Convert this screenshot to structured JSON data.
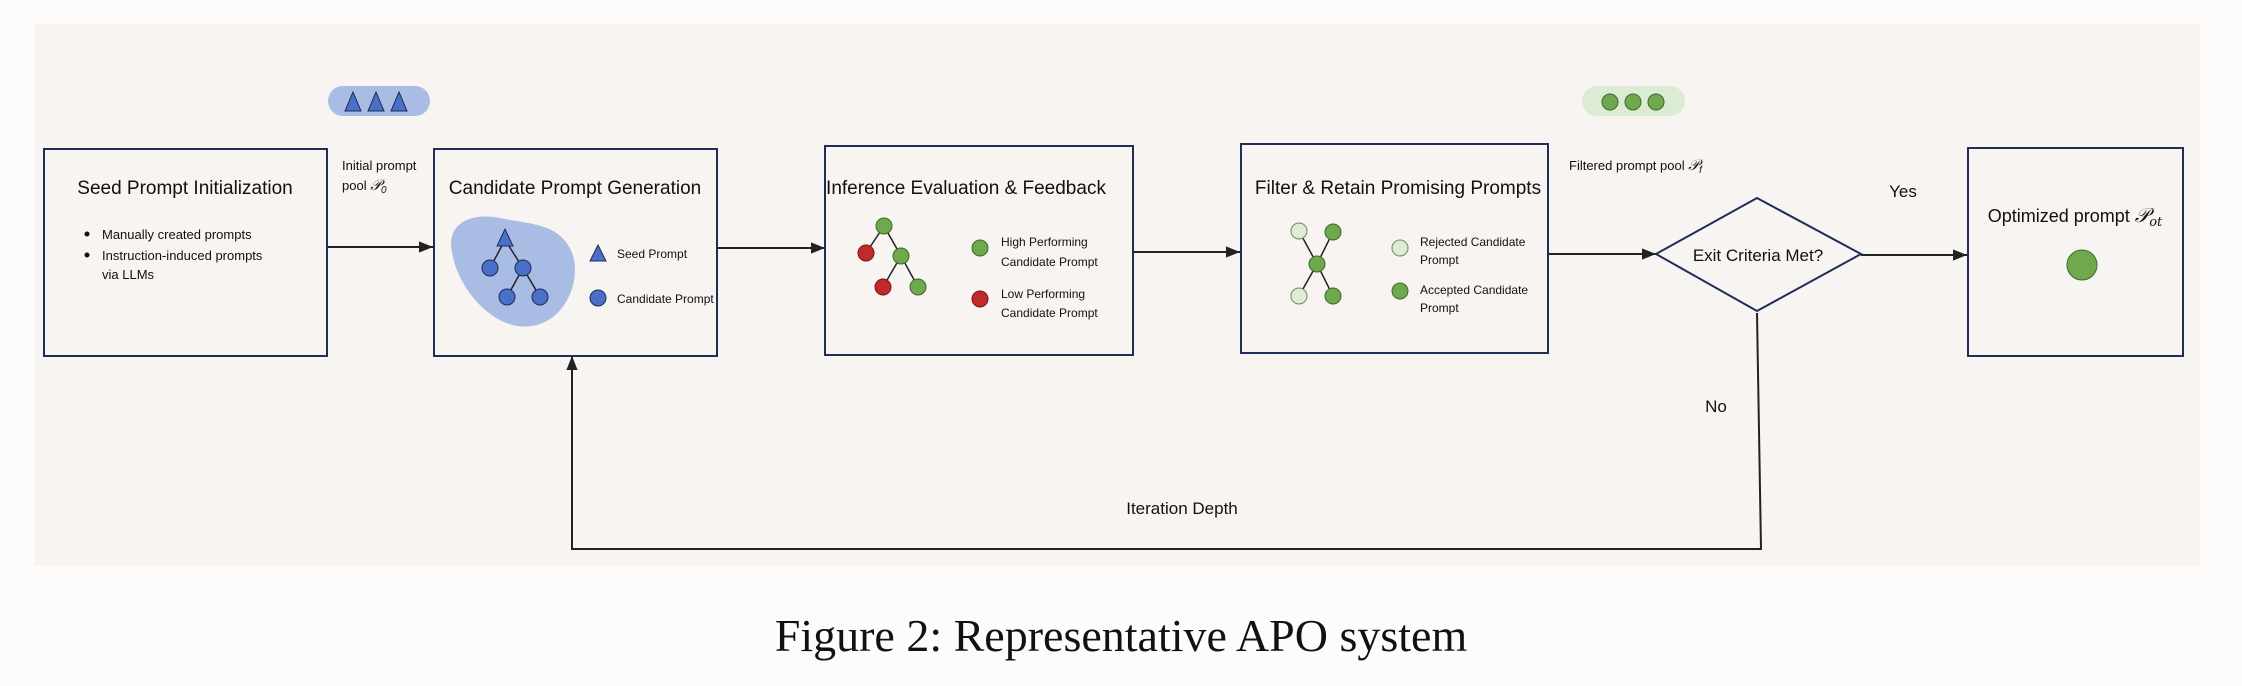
{
  "colors": {
    "panel_bg": "#f7f4f1",
    "box_border": "#1f2d57",
    "seed_blue": "#4a6fc6",
    "blob_blue": "#a9bde4",
    "high_green": "#6fa84f",
    "low_red": "#c02a2a",
    "rejected_green": "#dfecd5",
    "pill_green": "#dcebd3"
  },
  "boxes": {
    "seed": {
      "title": "Seed Prompt Initialization",
      "bullets": [
        "Manually created prompts",
        "Instruction-induced prompts",
        "via LLMs"
      ]
    },
    "candidate": {
      "title": "Candidate Prompt Generation",
      "legend": [
        "Seed Prompt",
        "Candidate Prompt"
      ]
    },
    "inference": {
      "title": "Inference Evaluation & Feedback",
      "legend_high": [
        "High Performing",
        "Candidate Prompt"
      ],
      "legend_low": [
        "Low Performing",
        "Candidate Prompt"
      ]
    },
    "filter": {
      "title": "Filter & Retain Promising Prompts",
      "legend_rejected": [
        "Rejected Candidate",
        "Prompt"
      ],
      "legend_accepted": [
        "Accepted Candidate",
        "Prompt"
      ]
    },
    "optimized": {
      "title": "Optimized prompt ",
      "symbol": "𝒫",
      "subscript": "ot"
    }
  },
  "labels": {
    "initial_pool_line1": "Initial prompt",
    "initial_pool_line2": "pool ",
    "initial_pool_symbol": "𝒫",
    "initial_pool_sub": "0",
    "filtered_pool": "Filtered prompt pool ",
    "filtered_pool_symbol": "𝒫",
    "filtered_pool_sub": "f",
    "decision": "Exit Criteria Met?",
    "yes": "Yes",
    "no": "No",
    "iteration": "Iteration Depth"
  },
  "caption": "Figure 2: Representative APO system"
}
